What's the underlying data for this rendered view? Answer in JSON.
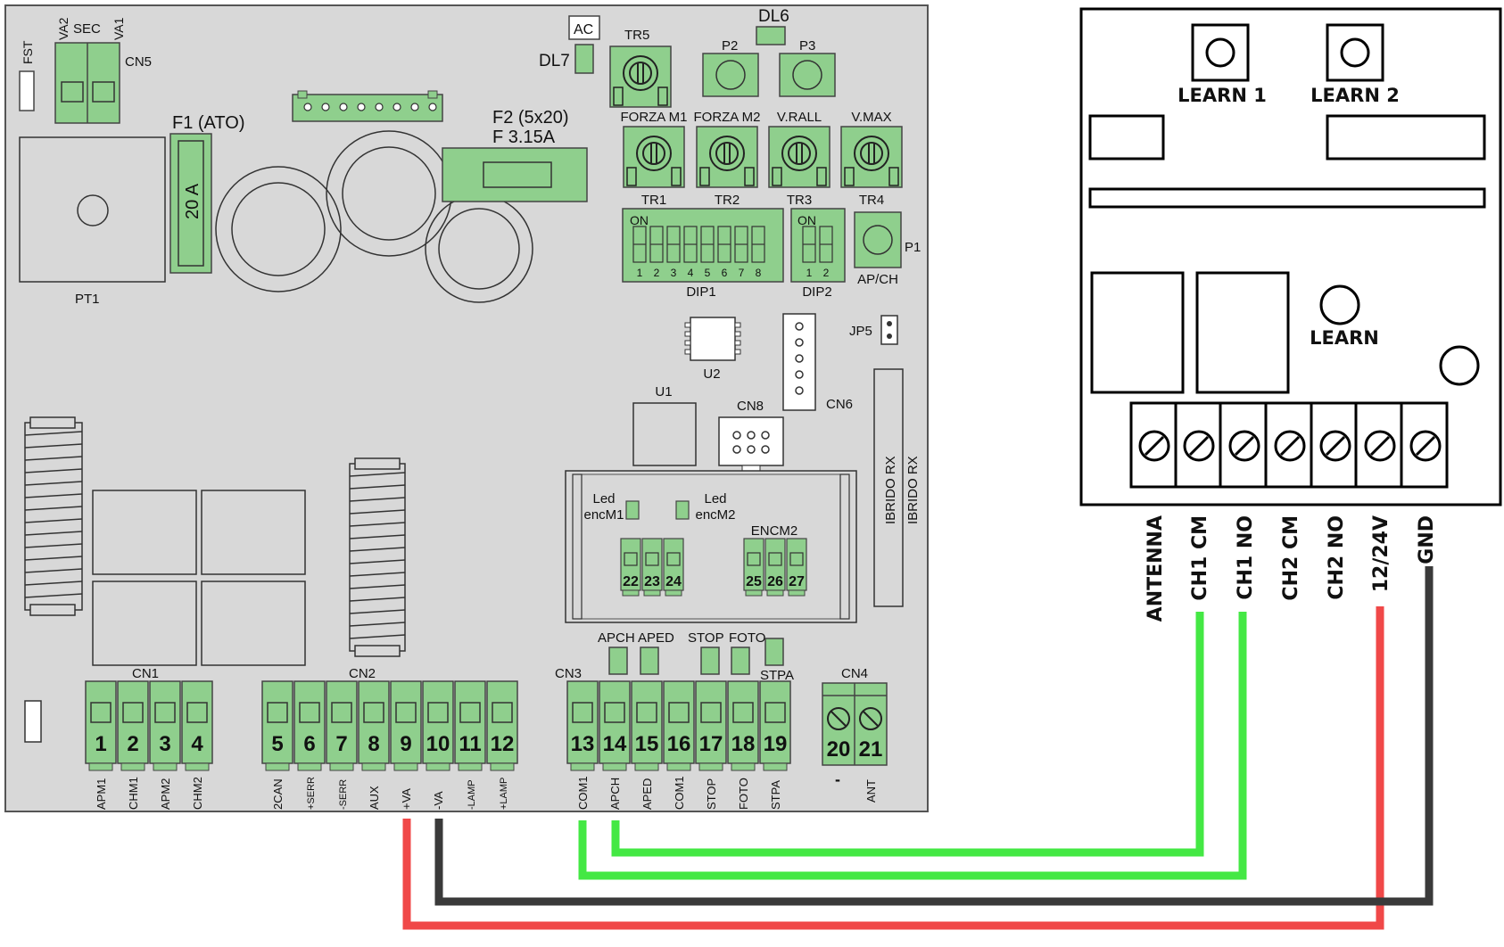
{
  "board": {
    "top_labels": {
      "fst": "FST",
      "va2": "VA2",
      "sec": "SEC",
      "va1": "VA1",
      "cn5": "CN5",
      "ac": "AC",
      "dl6": "DL6",
      "dl7": "DL7",
      "tr5": "TR5",
      "p2": "P2",
      "p3": "P3"
    },
    "fuse1": {
      "title": "F1 (ATO)",
      "rating": "20 A"
    },
    "fuse2": {
      "line1": "F2 (5x20)",
      "line2": "F 3.15A"
    },
    "pt1": "PT1",
    "trimmers": [
      {
        "name": "FORZA M1",
        "id": "TR1"
      },
      {
        "name": "FORZA M2",
        "id": "TR2"
      },
      {
        "name": "V.RALL",
        "id": "TR3"
      },
      {
        "name": "V.MAX",
        "id": "TR4"
      }
    ],
    "dip1": {
      "on": "ON",
      "label": "DIP1",
      "numbers": [
        "1",
        "2",
        "3",
        "4",
        "5",
        "6",
        "7",
        "8"
      ]
    },
    "dip2": {
      "on": "ON",
      "label": "DIP2",
      "numbers": [
        "1",
        "2"
      ]
    },
    "p1": {
      "id": "P1",
      "label": "AP/CH"
    },
    "u1": "U1",
    "u2": "U2",
    "cn6": "CN6",
    "cn8": "CN8",
    "jp5": "JP5",
    "ibrido": "IBRIDO RX",
    "led1": {
      "line1": "Led",
      "line2": "encM1"
    },
    "led2": {
      "line1": "Led",
      "line2": "encM2"
    },
    "encm2": "ENCM2",
    "enc_terminals_left": [
      "22",
      "23",
      "24"
    ],
    "enc_terminals_right": [
      "25",
      "26",
      "27"
    ],
    "led_labels": {
      "apch": "APCH",
      "aped": "APED",
      "stop": "STOP",
      "foto": "FOTO",
      "stpa": "STPA"
    },
    "cn1": {
      "label": "CN1",
      "numbers": [
        "1",
        "2",
        "3",
        "4"
      ],
      "names": [
        "APM1",
        "CHM1",
        "APM2",
        "CHM2"
      ]
    },
    "cn2": {
      "label": "CN2",
      "numbers": [
        "5",
        "6",
        "7",
        "8",
        "9",
        "10",
        "11",
        "12"
      ],
      "names": [
        "2CAN",
        "+SERR",
        "-SERR",
        "AUX",
        "+VA",
        "-VA",
        "-LAMP",
        "+LAMP"
      ]
    },
    "cn3": {
      "label": "CN3",
      "numbers": [
        "13",
        "14",
        "15",
        "16",
        "17",
        "18",
        "19"
      ],
      "names": [
        "COM1",
        "APCH",
        "APED",
        "COM1",
        "STOP",
        "FOTO",
        "STPA"
      ]
    },
    "cn4": {
      "label": "CN4",
      "numbers": [
        "20",
        "21"
      ],
      "names": [
        "-",
        "ANT"
      ]
    }
  },
  "receiver": {
    "learn1": "LEARN 1",
    "learn2": "LEARN 2",
    "learn": "LEARN",
    "terminals": [
      "ANTENNA",
      "CH1 CM",
      "CH1 NO",
      "CH2 CM",
      "CH2 NO",
      "12/24V",
      "GND"
    ]
  },
  "colors": {
    "board_bg": "#d8d8d8",
    "component_green": "#8fcf8d",
    "wire_green": "#44e844",
    "wire_red": "#f04848",
    "wire_black": "#3a3a3a"
  }
}
